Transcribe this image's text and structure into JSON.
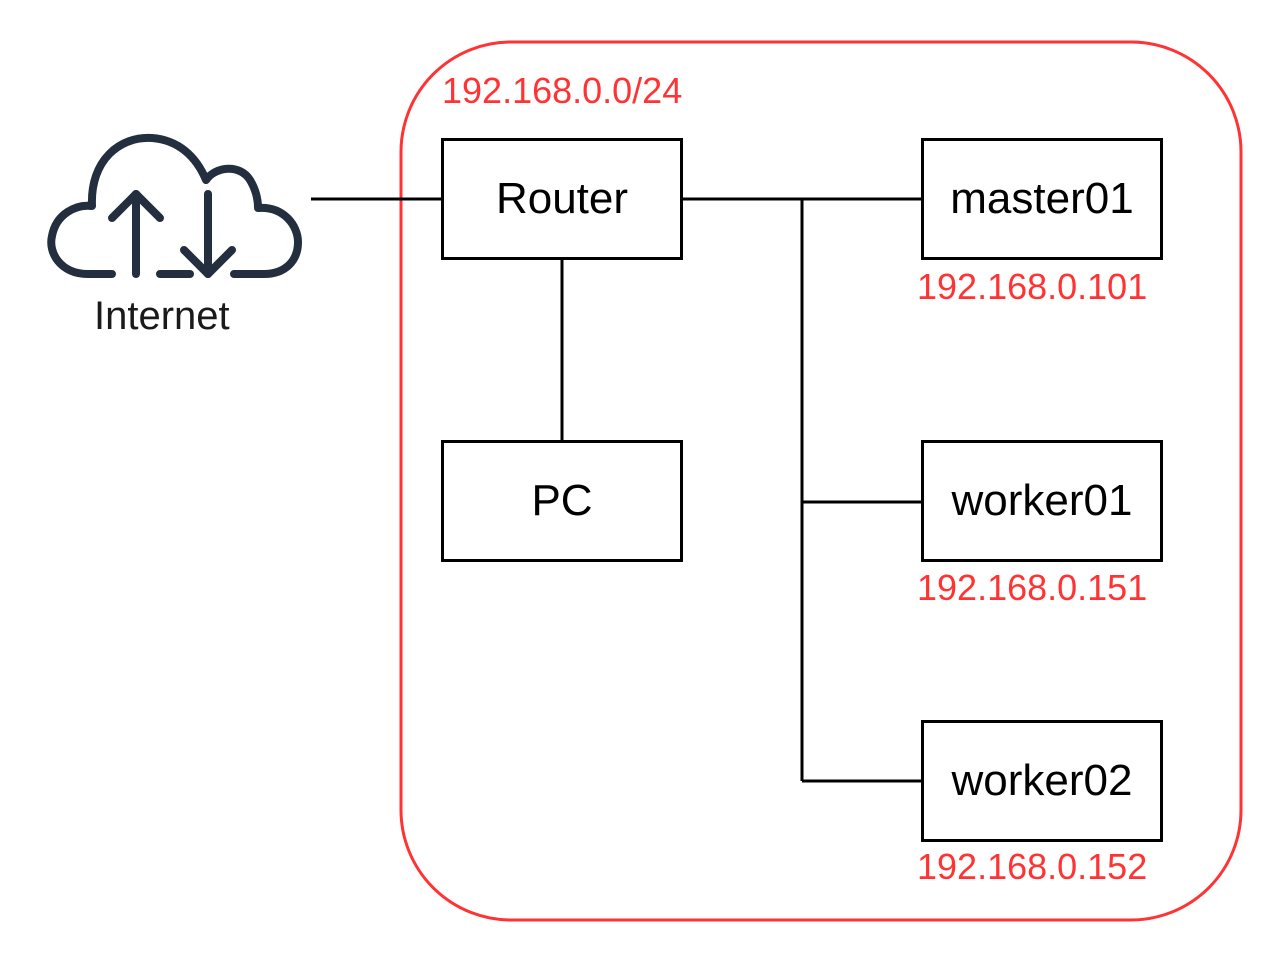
{
  "colors": {
    "subnet_border": "#ff3333",
    "ip_text": "#ff3333",
    "node_border": "#000000",
    "link": "#000000",
    "cloud_icon": "#232f3e"
  },
  "internet": {
    "icon": "cloud-upload-download-icon",
    "label": "Internet"
  },
  "subnet": {
    "label": "192.168.0.0/24"
  },
  "nodes": {
    "router": {
      "label": "Router"
    },
    "pc": {
      "label": "PC"
    },
    "master01": {
      "label": "master01",
      "ip": "192.168.0.101"
    },
    "worker01": {
      "label": "worker01",
      "ip": "192.168.0.151"
    },
    "worker02": {
      "label": "worker02",
      "ip": "192.168.0.152"
    }
  }
}
